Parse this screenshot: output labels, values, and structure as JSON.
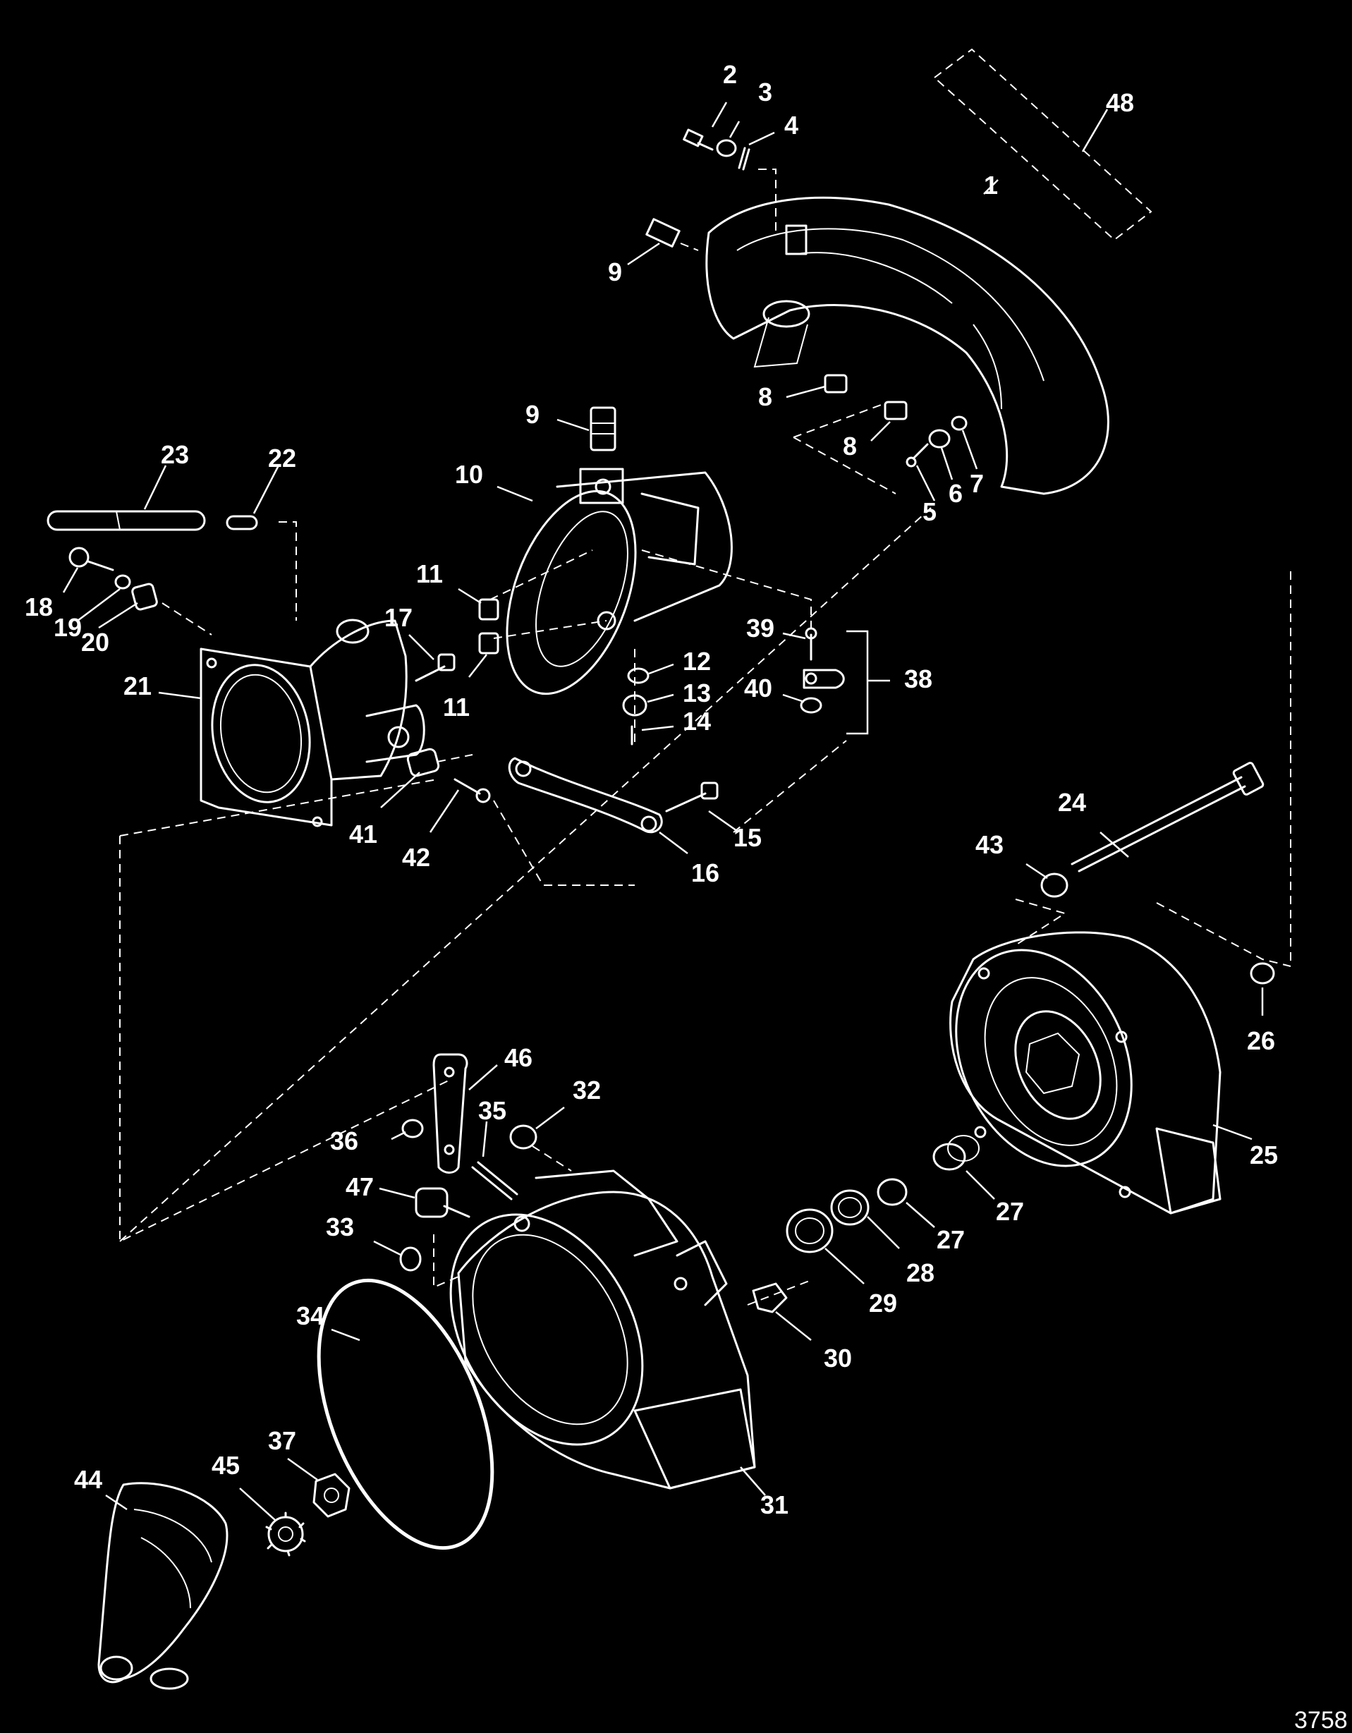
{
  "diagram": {
    "reference_number": "3758",
    "callouts": [
      "1",
      "2",
      "3",
      "4",
      "5",
      "6",
      "7",
      "8",
      "8",
      "9",
      "9",
      "10",
      "11",
      "11",
      "12",
      "13",
      "14",
      "15",
      "16",
      "17",
      "18",
      "19",
      "20",
      "21",
      "22",
      "23",
      "24",
      "25",
      "26",
      "27",
      "27",
      "28",
      "29",
      "30",
      "31",
      "32",
      "33",
      "34",
      "35",
      "36",
      "37",
      "38",
      "39",
      "40",
      "41",
      "42",
      "43",
      "44",
      "45",
      "46",
      "47",
      "48"
    ]
  }
}
